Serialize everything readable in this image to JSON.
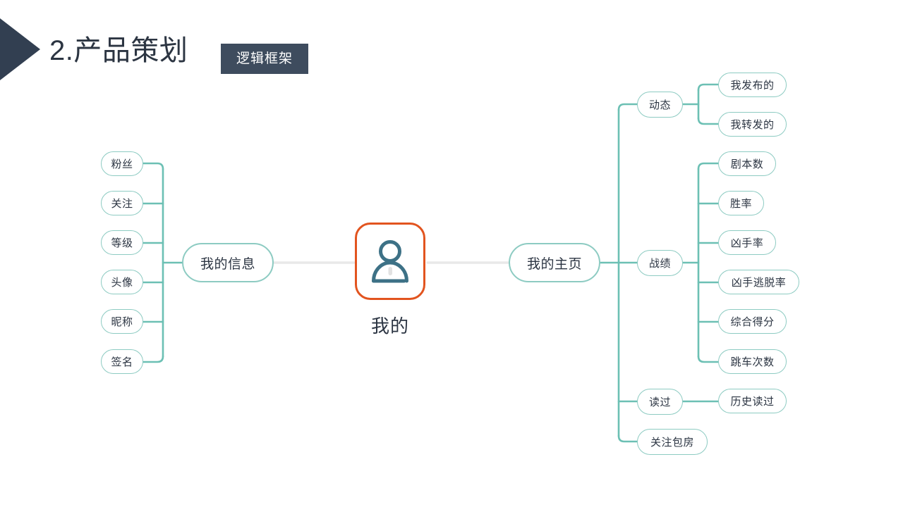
{
  "header": {
    "title": "2.产品策划",
    "badge": "逻辑框架",
    "arrow_icon": "triangle-right-icon",
    "badge_color": "#3e4c5e",
    "title_color": "#2c3542"
  },
  "theme": {
    "node_border": "#8dcbc2",
    "connector": "#6cc0b4",
    "center_border": "#e2541f",
    "center_icon": "#3d7186",
    "center_connector": "#e8e8e8",
    "background": "#ffffff"
  },
  "mindmap": {
    "center": {
      "icon": "user-person-icon",
      "label": "我的"
    },
    "left_branch": {
      "label": "我的信息",
      "children": [
        {
          "label": "粉丝"
        },
        {
          "label": "关注"
        },
        {
          "label": "等级"
        },
        {
          "label": "头像"
        },
        {
          "label": "昵称"
        },
        {
          "label": "签名"
        }
      ]
    },
    "right_branch": {
      "label": "我的主页",
      "children": [
        {
          "label": "动态",
          "children": [
            {
              "label": "我发布的"
            },
            {
              "label": "我转发的"
            }
          ]
        },
        {
          "label": "战绩",
          "children": [
            {
              "label": "剧本数"
            },
            {
              "label": "胜率"
            },
            {
              "label": "凶手率"
            },
            {
              "label": "凶手逃脱率"
            },
            {
              "label": "综合得分"
            },
            {
              "label": "跳车次数"
            }
          ]
        },
        {
          "label": "读过",
          "children": [
            {
              "label": "历史读过"
            }
          ]
        },
        {
          "label": "关注包房",
          "children": []
        }
      ]
    }
  }
}
